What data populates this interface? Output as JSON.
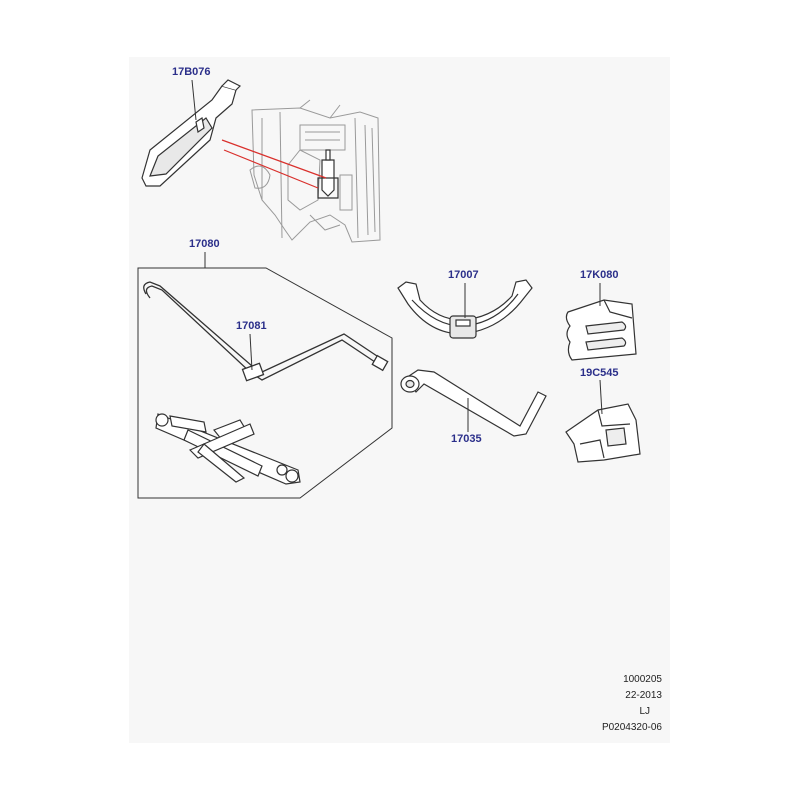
{
  "callouts": {
    "part_17B076": "17B076",
    "part_17080": "17080",
    "part_17081": "17081",
    "part_17007": "17007",
    "part_17K080": "17K080",
    "part_19C545": "19C545",
    "part_17035": "17035"
  },
  "footer": {
    "ref_number": "1000205",
    "date_code": "22-2013",
    "author": "LJ",
    "illustration_id": "P0204320-06"
  },
  "colors": {
    "label": "#2b2f8a",
    "leader_red": "#d9302c",
    "line": "#333333",
    "faint": "#9a9a9a",
    "sheet": "#f7f7f7"
  }
}
